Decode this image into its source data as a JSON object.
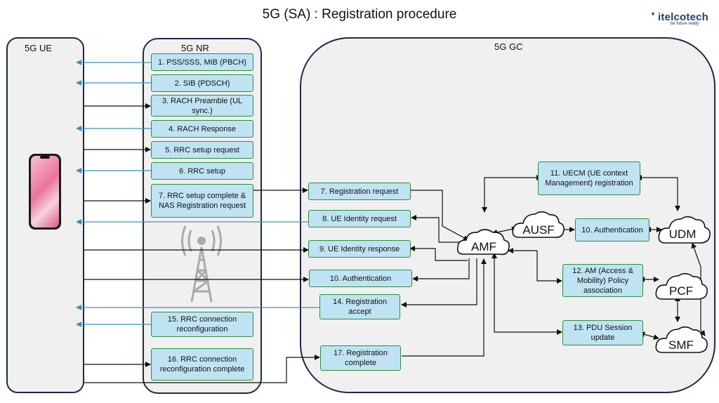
{
  "title": "5G (SA) : Registration procedure",
  "brand": {
    "name": "itelcotech",
    "tagline": "be future ready"
  },
  "panels": {
    "ue": "5G UE",
    "nr": "5G NR",
    "gc": "5G GC"
  },
  "nodes": {
    "amf": "AMF",
    "ausf": "AUSF",
    "udm": "UDM",
    "pcf": "PCF",
    "smf": "SMF"
  },
  "nr_steps": [
    "1. PSS/SSS, MIB (PBCH)",
    "2. SIB (PDSCH)",
    "3. RACH Preamble (UL sync.)",
    "4. RACH Response",
    "5. RRC setup request",
    "6. RRC setup",
    "7. RRC setup complete & NAS Registration request",
    "15. RRC connection reconfiguration",
    "16. RRC connection reconfiguration complete"
  ],
  "gc_steps": {
    "reg_request": "7. Registration request",
    "identity_request": "8. UE Identity request",
    "identity_response": "9. UE Identity response",
    "authentication": "10. Authentication",
    "reg_accept": "14. Registration accept",
    "reg_complete": "17. Registration complete",
    "uecm": "11. UECM (UE context Management) registration",
    "auth_ausf": "10. Authentication",
    "am_policy": "12. AM (Access & Mobility) Policy association",
    "pdu_update": "13. PDU Session update"
  },
  "colors": {
    "downlink": "#3b8fc4",
    "uplink": "#111111",
    "box_fill": "#bfe3f2",
    "box_border": "#2c8f3f",
    "panel_border": "#1d2b46"
  }
}
